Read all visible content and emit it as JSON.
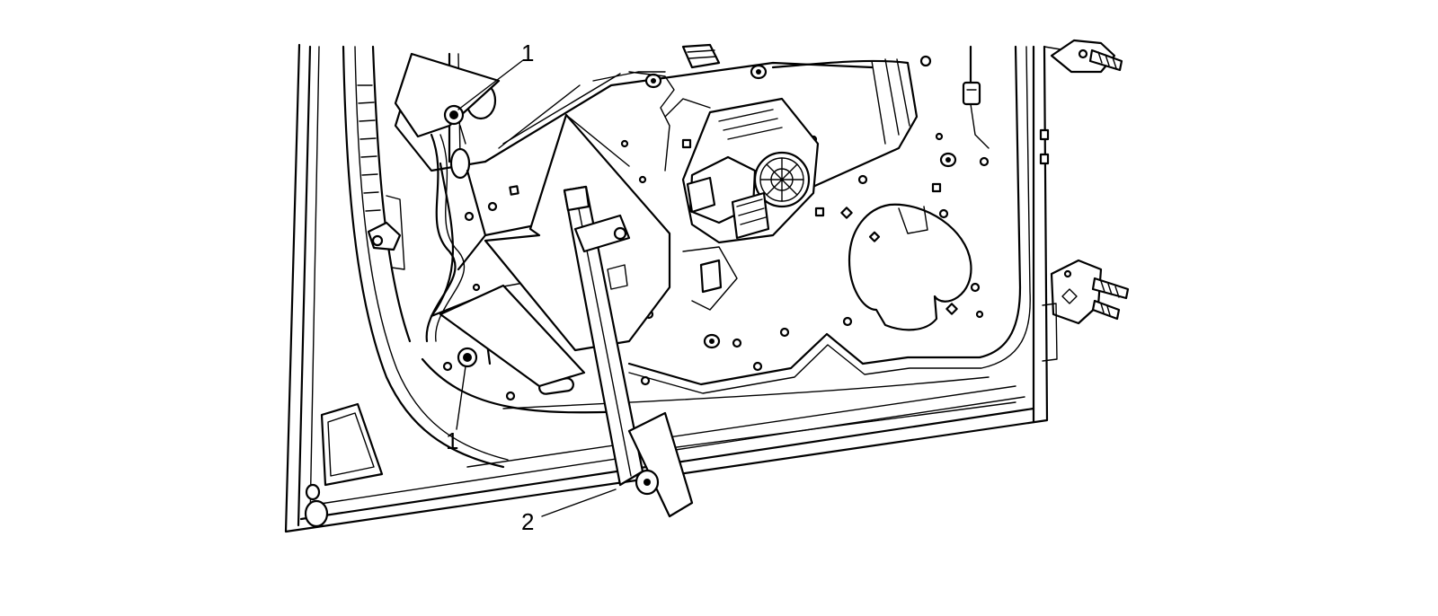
{
  "callouts": [
    {
      "id": "1-upper",
      "label": "1"
    },
    {
      "id": "1-lower",
      "label": "1"
    },
    {
      "id": "2",
      "label": "2"
    }
  ]
}
